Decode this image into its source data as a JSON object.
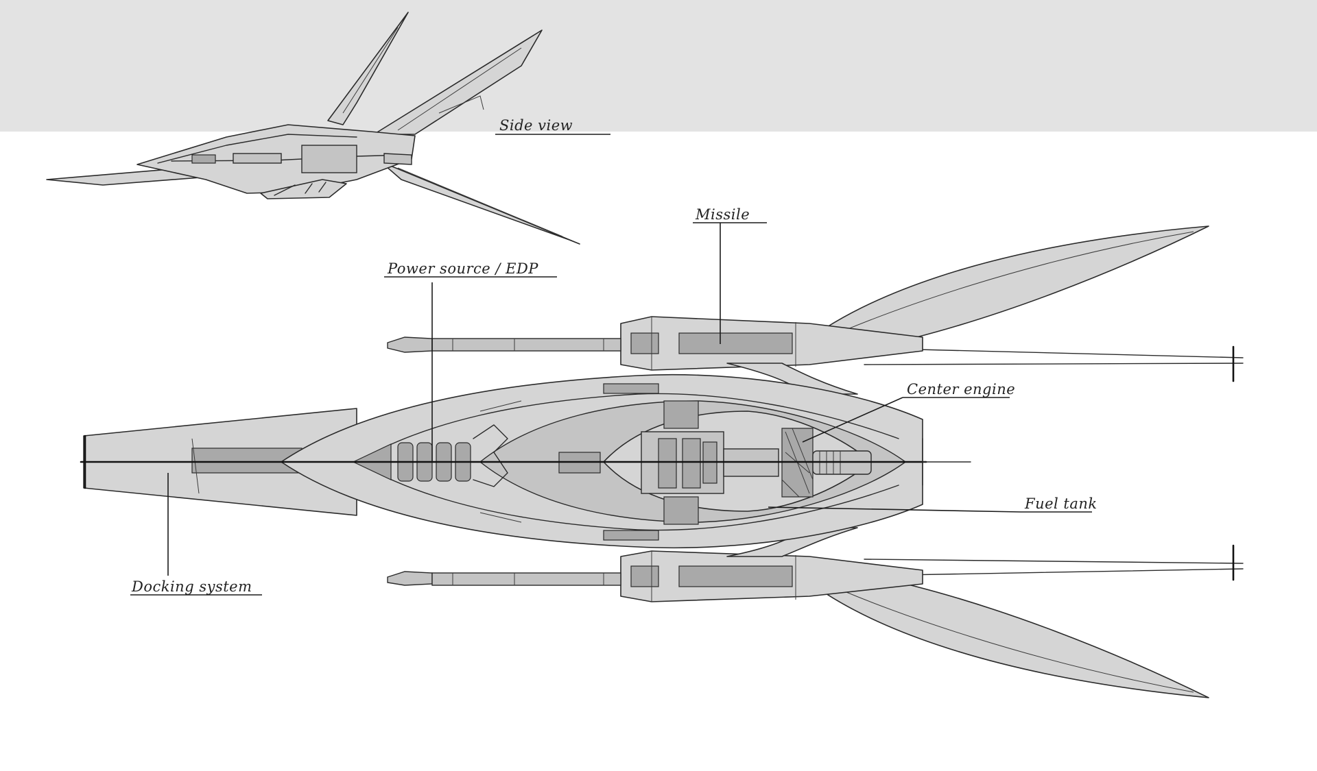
{
  "labels": {
    "side_view": "Side view",
    "missile": "Missile",
    "power_source": "Power source / EDP",
    "center_engine": "Center engine",
    "fuel_tank": "Fuel tank",
    "docking_system": "Docking system"
  },
  "colors": {
    "top_band": "#e3e3e3",
    "background": "#ffffff",
    "hull_fill": "#d5d5d5",
    "line": "#2a2a2a"
  }
}
